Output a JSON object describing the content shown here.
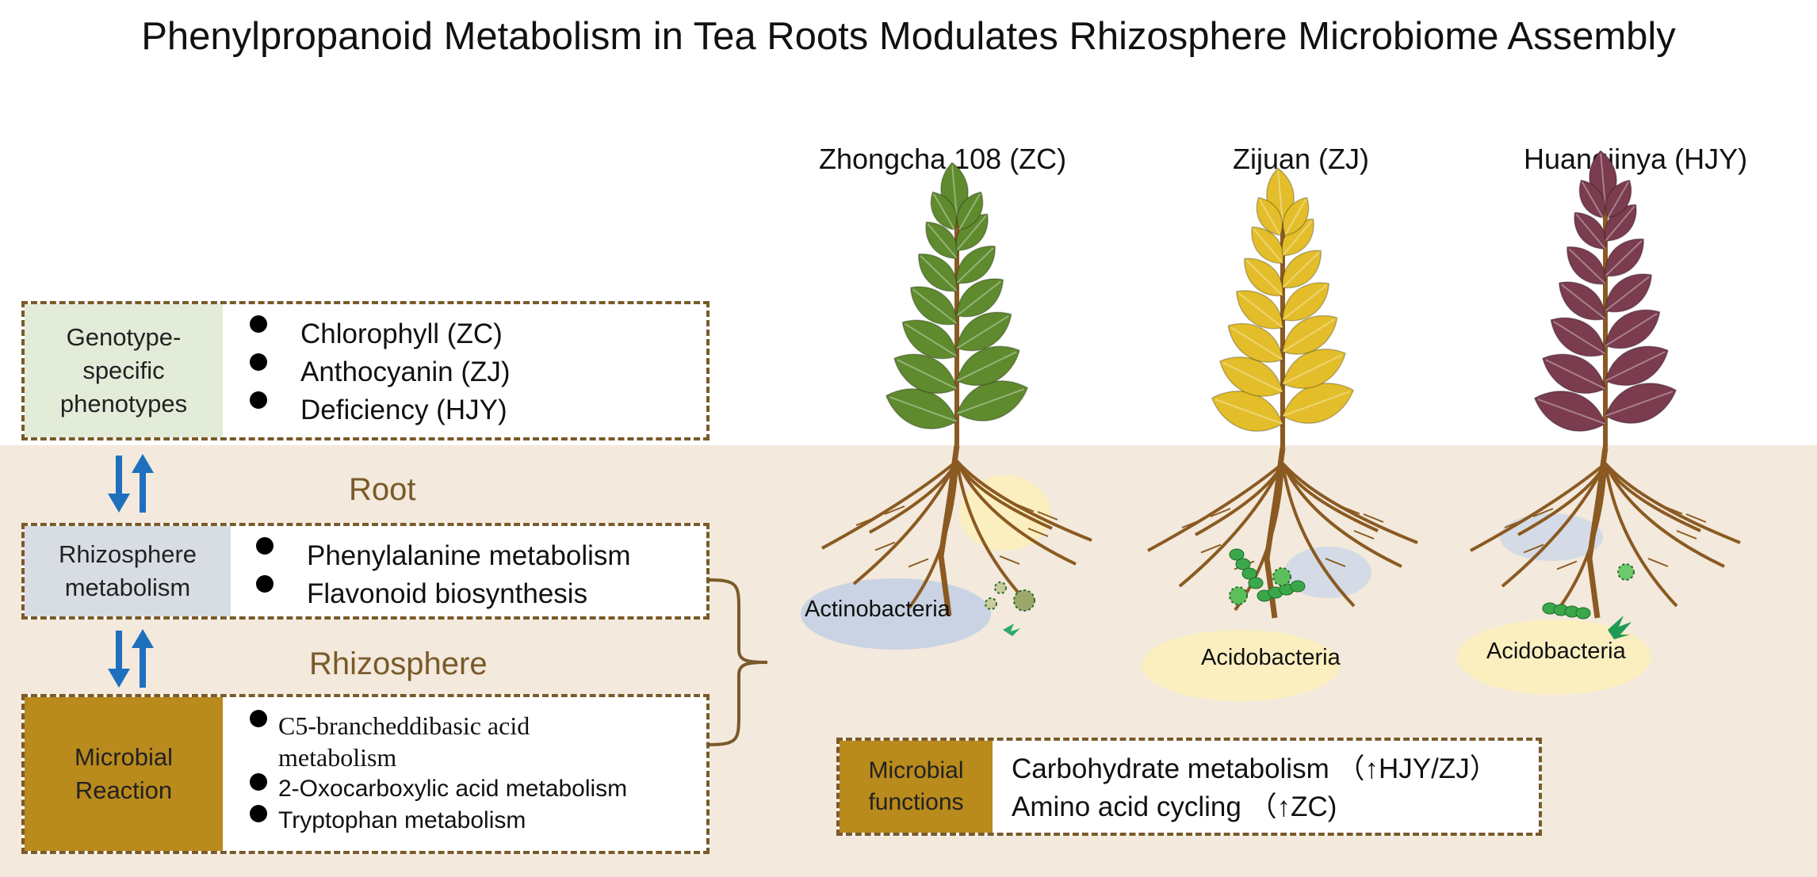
{
  "title": "Phenylpropanoid Metabolism in Tea Roots Modulates Rhizosphere Microbiome Assembly",
  "boxes": {
    "phenotypes": {
      "label": "Genotype-\nspecific\nphenotypes",
      "items": [
        "Chlorophyll (ZC)",
        "Anthocyanin (ZJ)",
        "Deficiency (HJY)"
      ]
    },
    "metabolism": {
      "label": "Rhizosphere\nmetabolism",
      "items": [
        "Phenylalanine metabolism",
        "Flavonoid biosynthesis"
      ]
    },
    "microbial_reaction": {
      "label": "Microbial\nReaction",
      "items": [
        "C5-brancheddibasic acid\nmetabolism",
        "2-Oxocarboxylic acid metabolism",
        "Tryptophan metabolism"
      ]
    },
    "microbial_functions": {
      "label": "Microbial\nfunctions",
      "items": [
        "Carbohydrate metabolism （↑HJY/ZJ）",
        "Amino acid cycling （↑ZC)"
      ]
    }
  },
  "sections": {
    "root": "Root",
    "rhizosphere": "Rhizosphere"
  },
  "cultivars": [
    "Zhongcha 108 (ZC)",
    "Zijuan (ZJ)",
    "Huangjinya (HJY)"
  ],
  "bacteria": [
    "Actinobacteria",
    "Acidobacteria",
    "Acidobacteria"
  ],
  "colors": {
    "soil": "#f3e9dc",
    "border": "#7a5a2a",
    "arrow": "#1f6fbf",
    "phenotype_label_bg": "#e2ecd8",
    "metabolism_label_bg": "#d8dde4",
    "microbial_label_bg": "#b98a1c",
    "leaf_green": "#5f8a2e",
    "leaf_yellow": "#e3be2a",
    "leaf_purple": "#7a3c4e",
    "stem": "#8a5a22",
    "actino_blob": "#c9d3e3",
    "acido_blob": "#fbefc0"
  }
}
